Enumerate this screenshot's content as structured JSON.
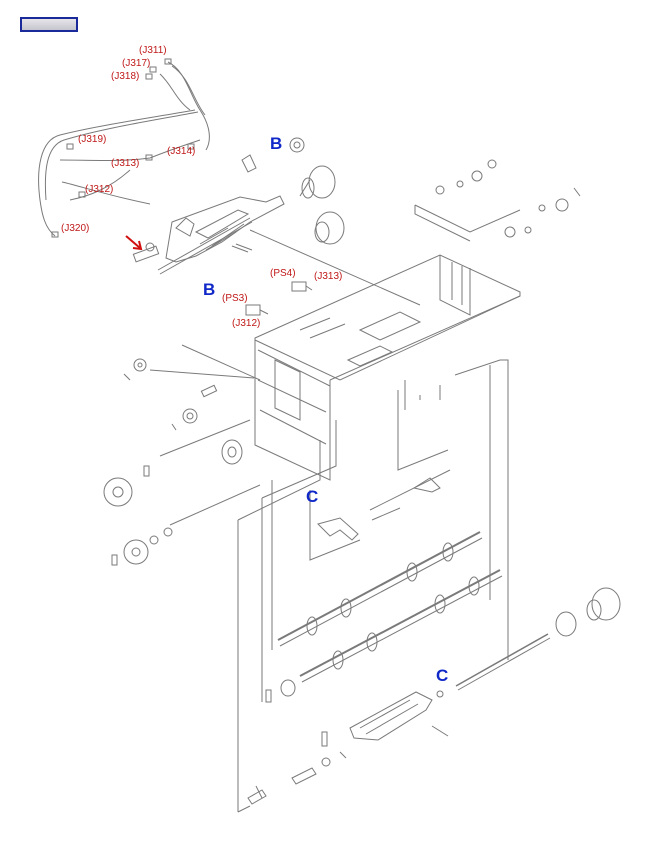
{
  "colors": {
    "line": "#7a7a7a",
    "connector_label": "#c01818",
    "section_letter": "#1028c8",
    "arrow": "#d01010",
    "button_border": "#1a2a9a"
  },
  "back_button": {
    "label": "",
    "icon": "nav-button"
  },
  "connector_labels": {
    "j311": "(J311)",
    "j317": "(J317)",
    "j318": "(J318)",
    "j319": "(J319)",
    "j313_top": "(J313)",
    "j314": "(J314)",
    "j312_top": "(J312)",
    "j320": "(J320)",
    "ps4": "(PS4)",
    "j313_mid": "(J313)",
    "ps3": "(PS3)",
    "j312_mid": "(J312)"
  },
  "section_letters": {
    "b_top": "B",
    "b_mid": "B",
    "c_mid": "C",
    "c_low": "C"
  }
}
